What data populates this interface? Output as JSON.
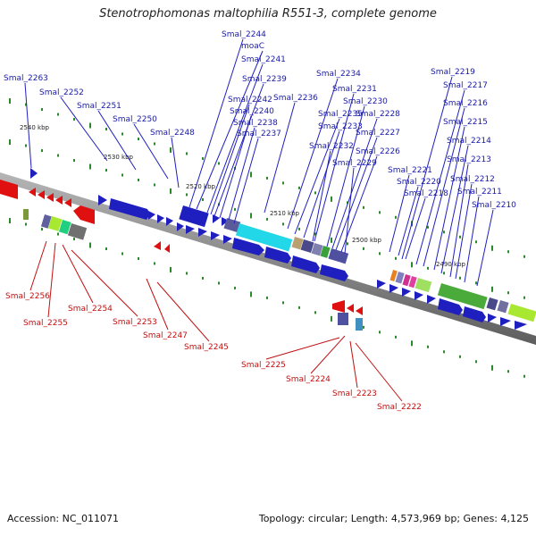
{
  "title": "Stenotrophomonas maltophilia R551-3, complete genome",
  "footer": {
    "accession": "Accession: NC_011071",
    "topology": "Topology: circular; Length: 4,573,969 bp; Genes: 4,125"
  },
  "scale_labels": [
    "2540 kbp",
    "2530 kbp",
    "2520 kbp",
    "2510 kbp",
    "2500 kbp",
    "2490 kbp"
  ],
  "forward_labels": [
    "Smal_2263",
    "Smal_2252",
    "Smal_2251",
    "Smal_2250",
    "Smal_2248",
    "Smal_2244",
    "moaC",
    "Smal_2241",
    "Smal_2239",
    "Smal_2242",
    "Smal_2240",
    "Smal_2238",
    "Smal_2237",
    "Smal_2236",
    "Smal_2234",
    "Smal_2235",
    "Smal_2233",
    "Smal_2232",
    "Smal_2231",
    "Smal_2230",
    "Smal_2228",
    "Smal_2227",
    "Smal_2226",
    "Smal_2229",
    "Smal_2219",
    "Smal_2217",
    "Smal_2216",
    "Smal_2215",
    "Smal_2214",
    "Smal_2213",
    "Smal_2221",
    "Smal_2220",
    "Smal_2212",
    "Smal_2218",
    "Smal_2211",
    "Smal_2210"
  ],
  "reverse_labels": [
    "Smal_2256",
    "Smal_2255",
    "Smal_2254",
    "Smal_2253",
    "Smal_2247",
    "Smal_2245",
    "Smal_2225",
    "Smal_2224",
    "Smal_2223",
    "Smal_2222"
  ],
  "colors": {
    "forward": "#1f1fbf",
    "reverse": "#c01010",
    "axis": "#808080",
    "tick": "#2a8a2a"
  }
}
